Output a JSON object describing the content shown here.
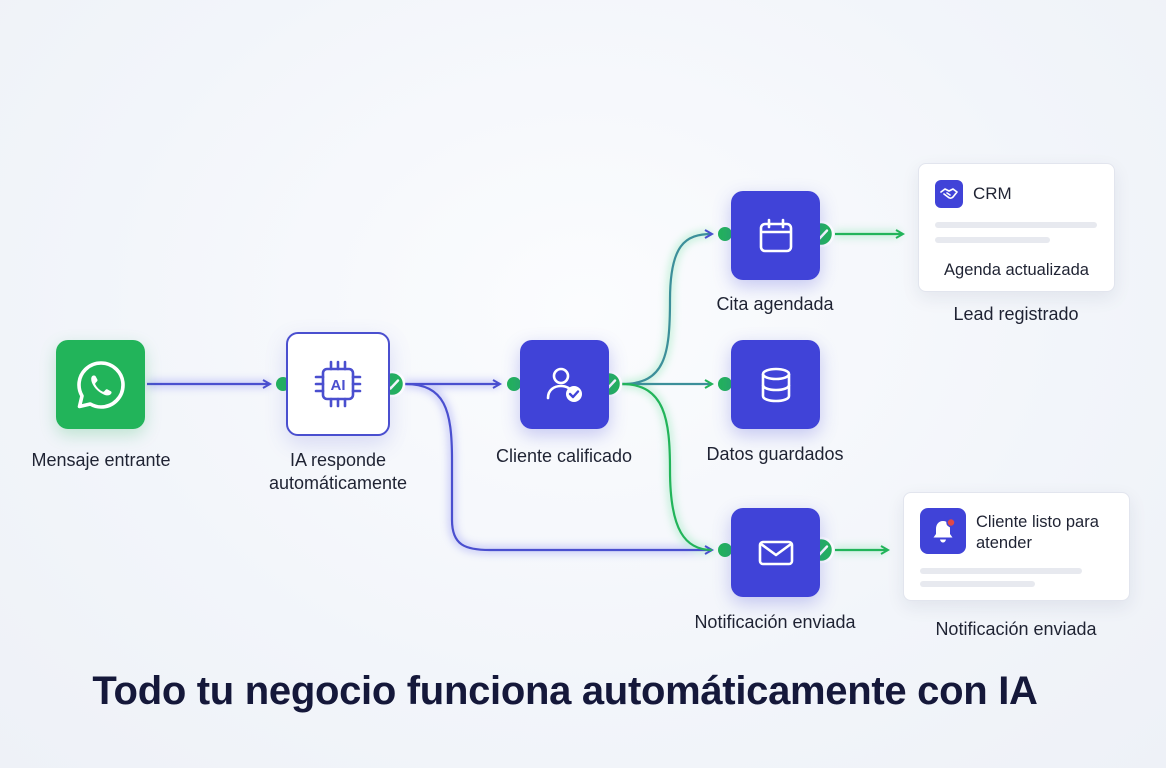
{
  "nodes": {
    "whatsapp": {
      "label": "Mensaje entrante"
    },
    "ai": {
      "label": "IA responde\nautomáticamente",
      "chip_text": "AI"
    },
    "cliente": {
      "label": "Cliente calificado"
    },
    "cita": {
      "label": "Cita agendada"
    },
    "datos": {
      "label": "Datos guardados"
    },
    "notificacion": {
      "label": "Notificación enviada"
    }
  },
  "cards": {
    "crm": {
      "title": "CRM",
      "footer": "Agenda actualizada",
      "caption": "Lead registrado"
    },
    "alert": {
      "title": "Cliente listo para atender",
      "caption": "Notificación enviada"
    }
  },
  "headline": "Todo tu negocio funciona automáticamente con IA",
  "colors": {
    "whatsapp_green": "#22b45a",
    "node_blue": "#4043d8",
    "connector_blue": "#4a4fcf",
    "connector_green": "#22b45a",
    "text_dark": "#15183a"
  }
}
